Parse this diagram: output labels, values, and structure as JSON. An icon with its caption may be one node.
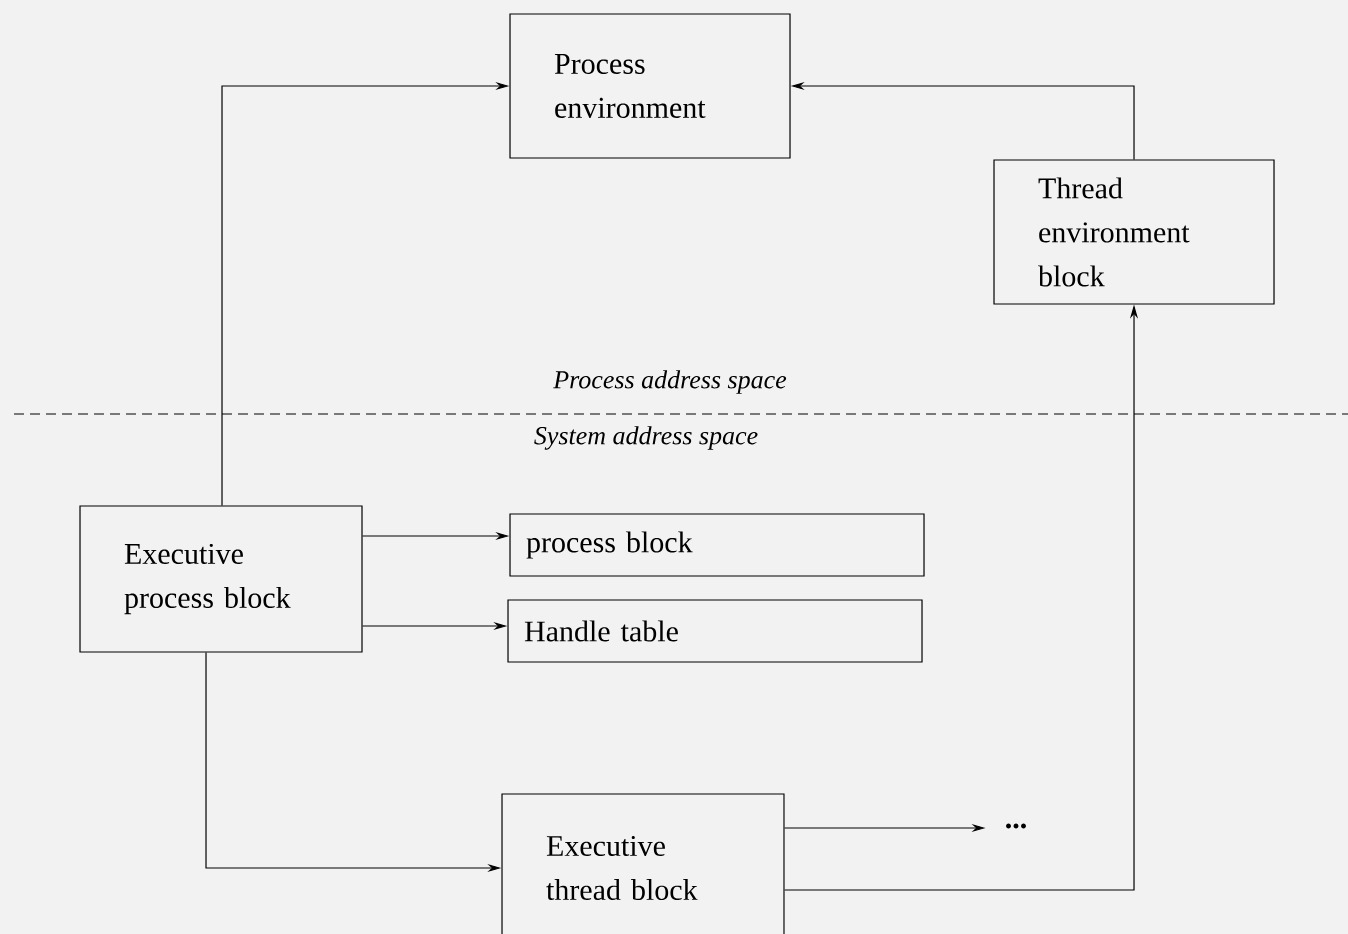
{
  "diagram": {
    "nodes": [
      {
        "text": [
          "Process environment"
        ]
      },
      {
        "text": [
          "Thread environment block"
        ]
      },
      {
        "text": [
          "Executive process block"
        ]
      },
      {
        "text": [
          "process block"
        ]
      },
      {
        "text": [
          "Handle table"
        ]
      },
      {
        "text": [
          "Executive thread block"
        ]
      },
      {
        "text": [
          "..."
        ]
      }
    ],
    "edges": [
      {
        "from": 2,
        "to": 0,
        "arrow": "to"
      },
      {
        "from": 1,
        "to": 0,
        "arrow": "to"
      },
      {
        "from": 2,
        "to": 3,
        "arrow": "to"
      },
      {
        "from": 2,
        "to": 4,
        "arrow": "to"
      },
      {
        "from": 2,
        "to": 5,
        "arrow": "to"
      },
      {
        "from": 5,
        "to": 6,
        "arrow": "to"
      },
      {
        "from": 5,
        "to": 1,
        "arrow": "to"
      }
    ],
    "labels": [
      "Process address space",
      "System address space"
    ]
  }
}
